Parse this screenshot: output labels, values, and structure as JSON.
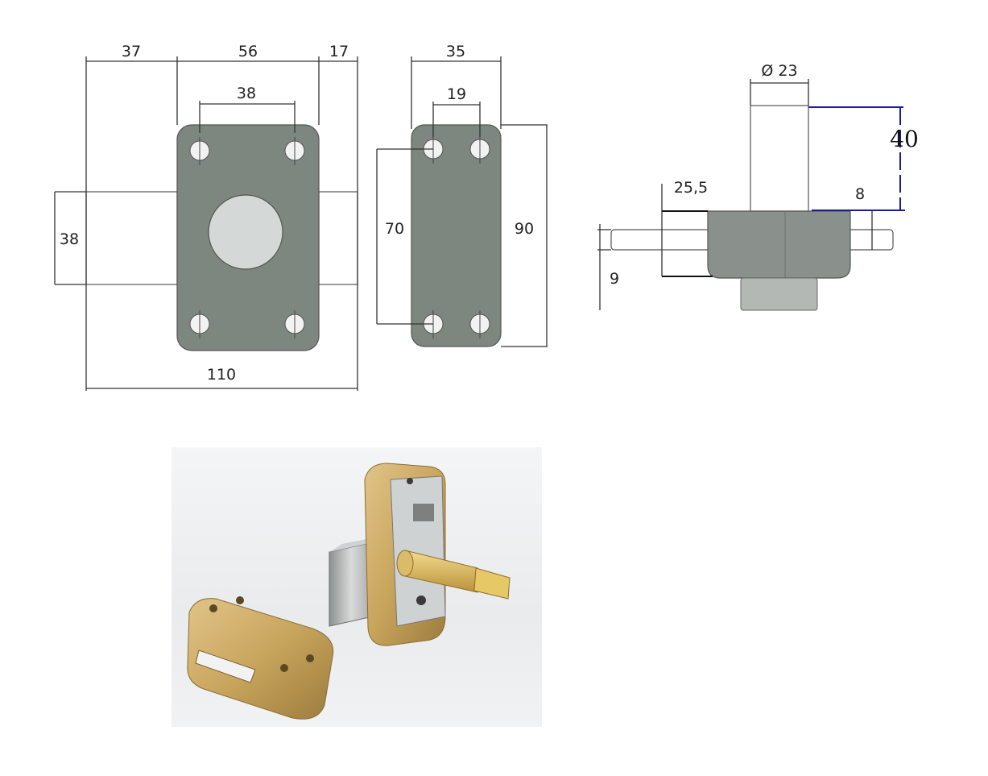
{
  "front_view": {
    "dim_left": "37",
    "dim_center": "56",
    "dim_right": "17",
    "dim_hole_spacing": "38",
    "dim_bolt_height": "38",
    "dim_total_width": "110"
  },
  "strike_view": {
    "dim_width": "35",
    "dim_hole_spacing": "19",
    "dim_hole_vertical": "70",
    "dim_height": "90"
  },
  "side_view": {
    "dim_cylinder_diameter": "Ø 23",
    "dim_cylinder_length": "40",
    "dim_depth": "25,5",
    "dim_bolt_offset": "8",
    "dim_bolt_thickness": "9"
  },
  "colors": {
    "plate": "#7e8680",
    "annotation_blue": "#1a1aa0",
    "brass": "#c8a55c"
  }
}
